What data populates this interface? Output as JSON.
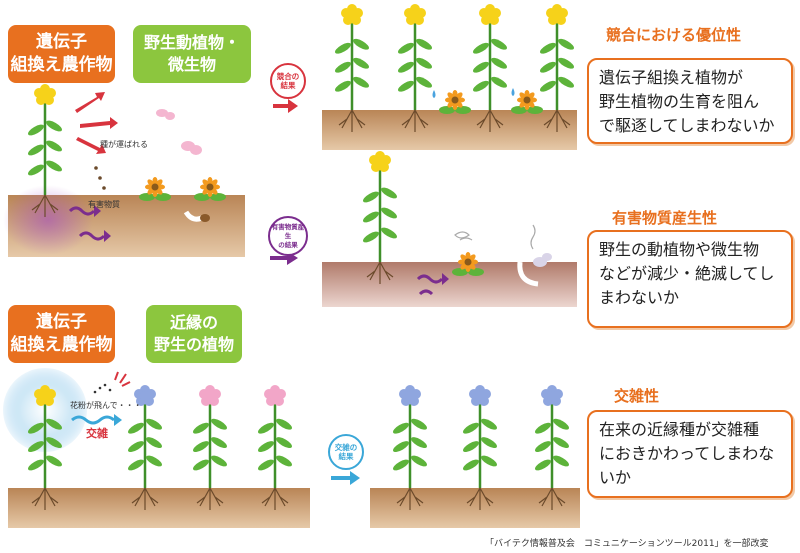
{
  "row1": {
    "gm_crops": "遺伝子\n組換え農作物",
    "wild_life": "野生動植物・\n微生物",
    "seed_label": "種が運ばれる",
    "harmful_label": "有害物質",
    "badge1": "競合の\n結果",
    "badge2": "有害物質産生\nの結果",
    "heading1": "競合における優位性",
    "desc1": "遺伝子組換え植物が\n野生植物の生育を阻ん\nで駆逐してしまわないか",
    "heading2": "有害物質産生性",
    "desc2": "野生の動植物や微生物\nなどが減少・絶滅してし\nまわないか"
  },
  "row3": {
    "gm_crops": "遺伝子\n組換え農作物",
    "relatives": "近縁の\n野生の植物",
    "pollen_label": "花粉が飛んで・・・",
    "cross_label": "交雑",
    "badge3": "交雑の\n結果",
    "heading3": "交雑性",
    "desc3": "在来の近縁種が交雑種\nにおきかわってしまわな\nいか"
  },
  "credit": "「バイテク情報普及会　コミュニケーションツール2011」を一部改変",
  "colors": {
    "orange": "#e8701f",
    "green": "#8cc63e",
    "soil": "#c9996b",
    "red_arrow": "#d8343e",
    "purple_arrow": "#7b2d8e",
    "blue_arrow": "#3aa7d8"
  }
}
